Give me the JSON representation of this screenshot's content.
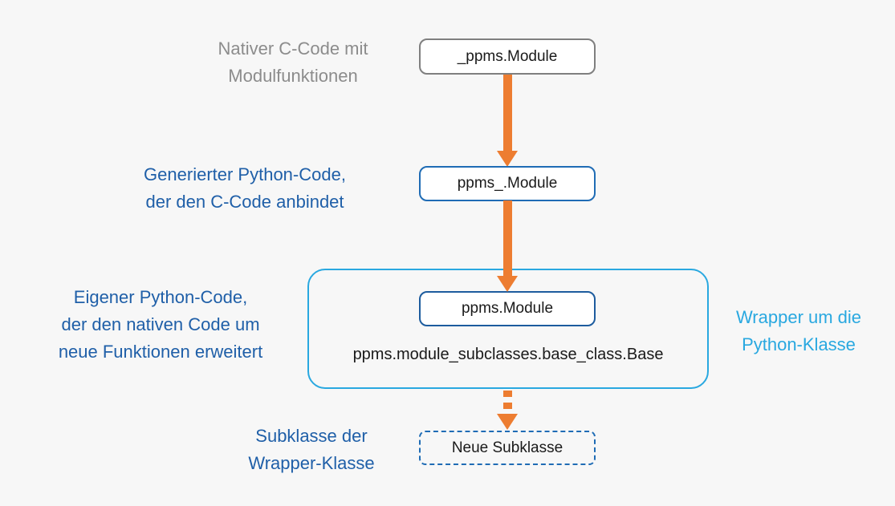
{
  "colors": {
    "background": "#F7F7F7",
    "orange": "#ED7D31",
    "gray_border": "#7F7F7F",
    "gray_text": "#8C8C8C",
    "dark_blue": "#1F5FA8",
    "mid_blue": "#1F6CB5",
    "navy_blue": "#1D5C9E",
    "cyan": "#29A8E0",
    "text_black": "#1A1A1A"
  },
  "nodes": {
    "native_c": {
      "label": "_ppms.Module"
    },
    "generated": {
      "label": "ppms_.Module"
    },
    "wrapper_module": {
      "label": "ppms.Module"
    },
    "wrapper_base_path": {
      "label": "ppms.module_subclasses.base_class.Base"
    },
    "new_subclass": {
      "label": "Neue Subklasse"
    }
  },
  "annotations": {
    "native_c": {
      "lines": [
        "Nativer C-Code mit",
        "Modulfunktionen"
      ]
    },
    "generated": {
      "lines": [
        "Generierter Python-Code,",
        "der den C-Code anbindet"
      ]
    },
    "own_code": {
      "lines": [
        "Eigener Python-Code,",
        "der den nativen Code um",
        "neue Funktionen erweitert"
      ]
    },
    "wrapper": {
      "lines": [
        "Wrapper um die",
        "Python-Klasse"
      ]
    },
    "subclass": {
      "lines": [
        "Subklasse der",
        "Wrapper-Klasse"
      ]
    }
  }
}
